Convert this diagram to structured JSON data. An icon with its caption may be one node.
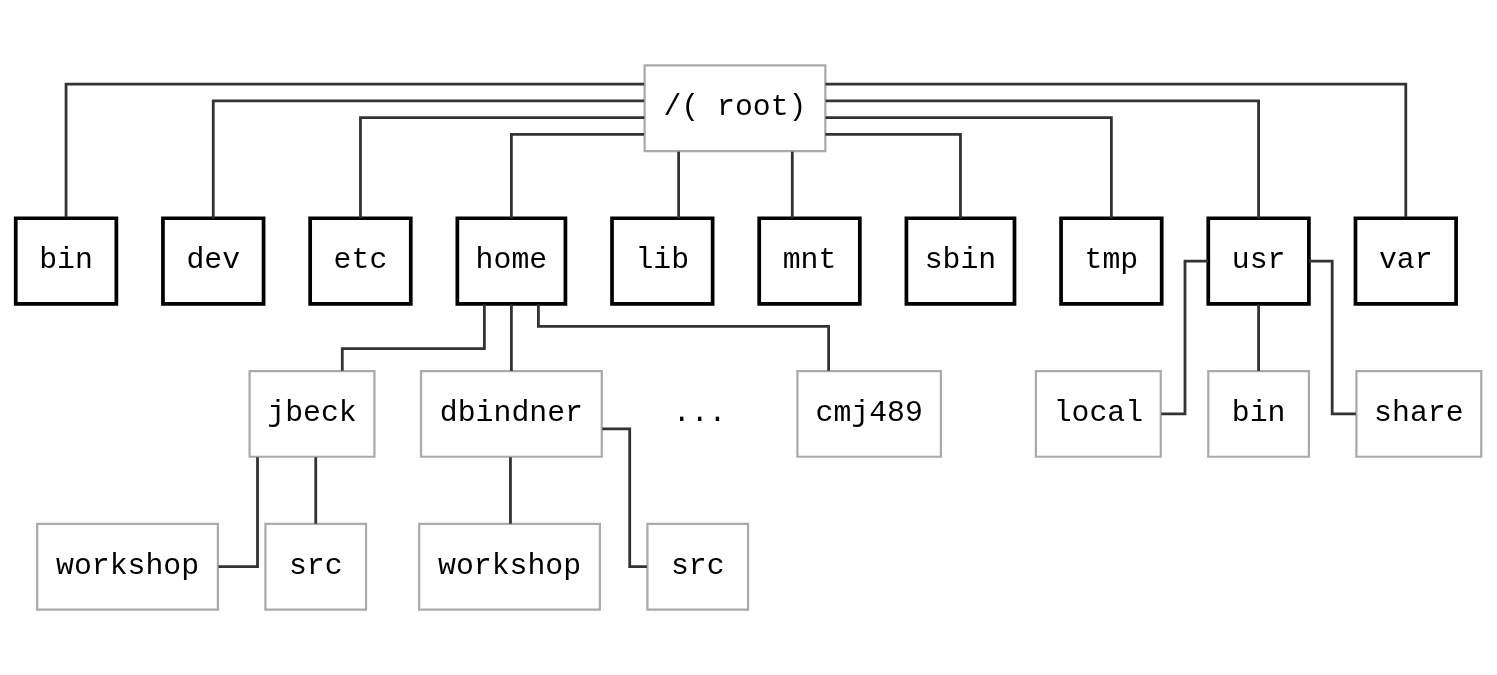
{
  "diagram": {
    "nodes": [
      {
        "text": [
          "/( root)"
        ]
      },
      {
        "text": [
          "bin"
        ]
      },
      {
        "text": [
          "dev"
        ]
      },
      {
        "text": [
          "etc"
        ]
      },
      {
        "text": [
          "home"
        ]
      },
      {
        "text": [
          "lib"
        ]
      },
      {
        "text": [
          "mnt"
        ]
      },
      {
        "text": [
          "sbin"
        ]
      },
      {
        "text": [
          "tmp"
        ]
      },
      {
        "text": [
          "usr"
        ]
      },
      {
        "text": [
          "var"
        ]
      },
      {
        "text": [
          "jbeck"
        ]
      },
      {
        "text": [
          "dbindner"
        ]
      },
      {
        "text": [
          "cmj489"
        ]
      },
      {
        "text": [
          "local"
        ]
      },
      {
        "text": [
          "bin"
        ]
      },
      {
        "text": [
          "share"
        ]
      },
      {
        "text": [
          "workshop"
        ]
      },
      {
        "text": [
          "src"
        ]
      },
      {
        "text": [
          "workshop"
        ]
      },
      {
        "text": [
          "src"
        ]
      }
    ],
    "edges": [
      {
        "from": 0,
        "to": 1,
        "arrow": "none"
      },
      {
        "from": 0,
        "to": 2,
        "arrow": "none"
      },
      {
        "from": 0,
        "to": 3,
        "arrow": "none"
      },
      {
        "from": 0,
        "to": 4,
        "arrow": "none"
      },
      {
        "from": 0,
        "to": 5,
        "arrow": "none"
      },
      {
        "from": 0,
        "to": 6,
        "arrow": "none"
      },
      {
        "from": 0,
        "to": 7,
        "arrow": "none"
      },
      {
        "from": 0,
        "to": 8,
        "arrow": "none"
      },
      {
        "from": 0,
        "to": 9,
        "arrow": "none"
      },
      {
        "from": 0,
        "to": 10,
        "arrow": "none"
      },
      {
        "from": 4,
        "to": 11,
        "arrow": "none"
      },
      {
        "from": 4,
        "to": 12,
        "arrow": "none"
      },
      {
        "from": 4,
        "to": 13,
        "arrow": "none"
      },
      {
        "from": 9,
        "to": 14,
        "arrow": "none"
      },
      {
        "from": 9,
        "to": 15,
        "arrow": "none"
      },
      {
        "from": 9,
        "to": 16,
        "arrow": "none"
      },
      {
        "from": 11,
        "to": 17,
        "arrow": "none"
      },
      {
        "from": 11,
        "to": 18,
        "arrow": "none"
      },
      {
        "from": 12,
        "to": 19,
        "arrow": "none"
      },
      {
        "from": 12,
        "to": 20,
        "arrow": "none"
      }
    ],
    "labels": [
      "..."
    ]
  }
}
